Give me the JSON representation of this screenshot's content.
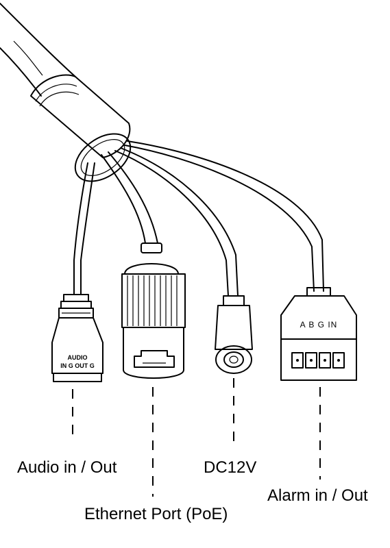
{
  "labels": {
    "audio": "Audio in / Out",
    "ethernet": "Ethernet Port (PoE)",
    "dc": "DC12V",
    "alarm": "Alarm in / Out"
  },
  "connectors": {
    "audio_line1": "AUDIO",
    "audio_line2": "IN G OUT G",
    "alarm_pins": "A B G IN"
  }
}
